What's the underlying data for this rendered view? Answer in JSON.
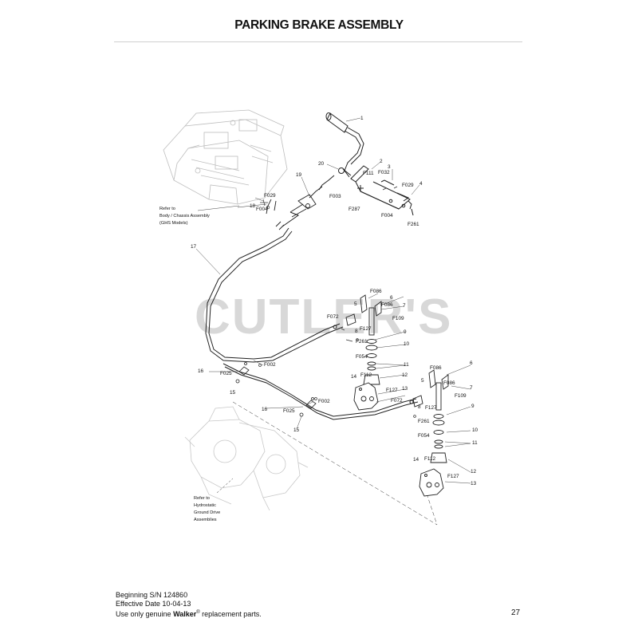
{
  "title": "PARKING BRAKE ASSEMBLY",
  "watermark": "CUTLER'S",
  "notes": {
    "chassis": [
      "Refer to",
      "Body / Chassis Assembly",
      "(GHS Models)"
    ],
    "hydro": [
      "Refer to",
      "Hydrostatic",
      "Ground Drive",
      "Assemblies"
    ]
  },
  "labels": {
    "l1": "1",
    "l2": "2",
    "l3": "3",
    "l4": "4",
    "l17": "17",
    "l18": "18",
    "l19": "19",
    "l20": "20",
    "F111": "F111",
    "F032": "F032",
    "F029a": "F029",
    "F029b": "F029",
    "F003": "F003",
    "F004a": "F004",
    "F004b": "F004",
    "F287": "F287",
    "F261a": "F261",
    "A_F086a": "F086",
    "A_6": "6",
    "A_5": "5",
    "A_F086b": "F086",
    "A_7": "7",
    "A_F072": "F072",
    "A_F109": "F109",
    "A_8": "8",
    "A_F127a": "F127",
    "A_9": "9",
    "A_F261": "F261",
    "A_10": "10",
    "A_F054": "F054",
    "A_11": "11",
    "A_14": "14",
    "A_F112": "F112",
    "A_12": "12",
    "A_F127b": "F127",
    "A_13": "13",
    "C_F002a": "F002",
    "C_16a": "16",
    "C_F025a": "F025",
    "C_15a": "15",
    "C_F002b": "F002",
    "C_16b": "16",
    "C_F025b": "F025",
    "C_15b": "15",
    "B_F086a": "F086",
    "B_6": "6",
    "B_5": "5",
    "B_F086b": "F086",
    "B_7": "7",
    "B_F072": "F072",
    "B_F109": "F109",
    "B_8": "8",
    "B_F127a": "F127",
    "B_9": "9",
    "B_F261": "F261",
    "B_10": "10",
    "B_F054": "F054",
    "B_11": "11",
    "B_14": "14",
    "B_F112": "F112",
    "B_12": "12",
    "B_F127b": "F127",
    "B_13": "13"
  },
  "footer": {
    "line1": "Beginning S/N 124860",
    "line2": "Effective Date 10-04-13",
    "line3_prefix": "Use only genuine ",
    "line3_brand": "Walker",
    "line3_reg": "®",
    "line3_suffix": " replacement parts."
  },
  "page_number": "27"
}
